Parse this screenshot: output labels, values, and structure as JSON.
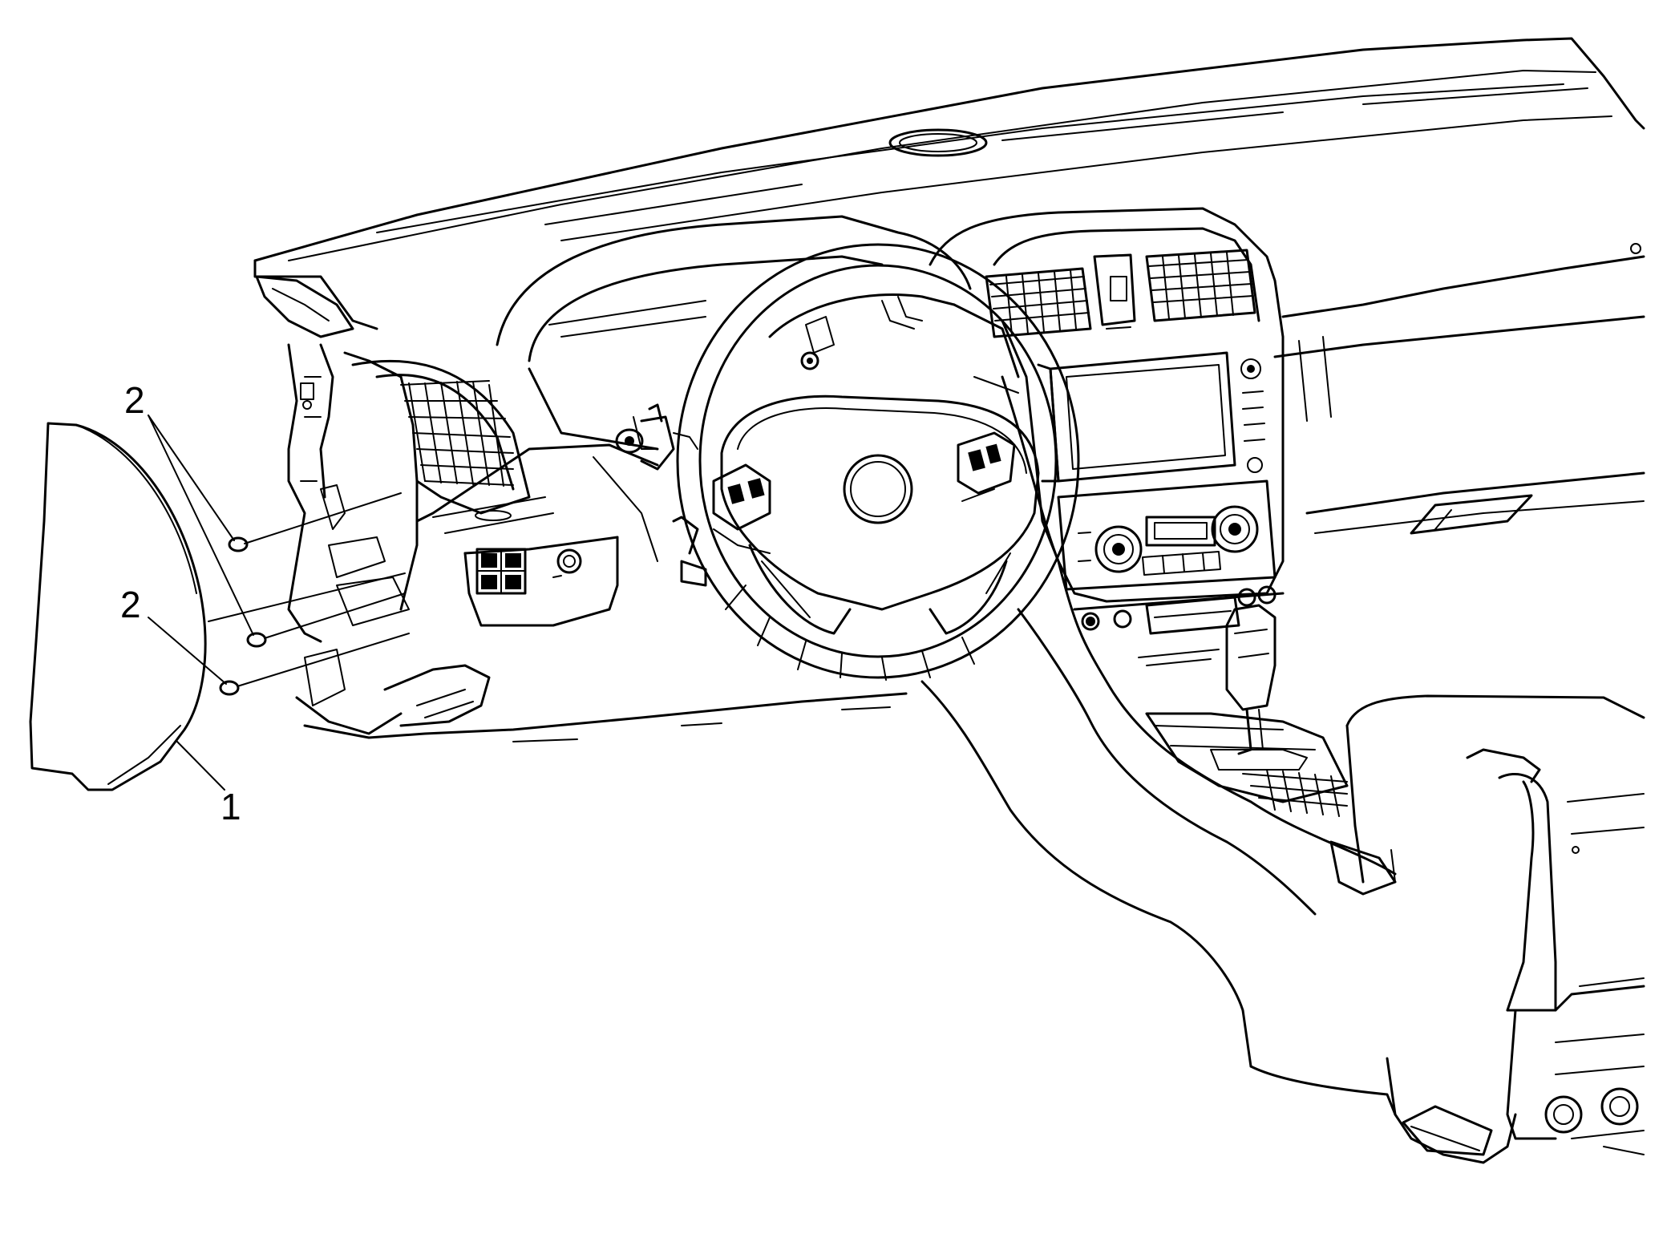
{
  "diagram": {
    "callouts": [
      {
        "id": "callout-1",
        "label": "1"
      },
      {
        "id": "callout-2a",
        "label": "2"
      },
      {
        "id": "callout-2b",
        "label": "2"
      }
    ]
  }
}
